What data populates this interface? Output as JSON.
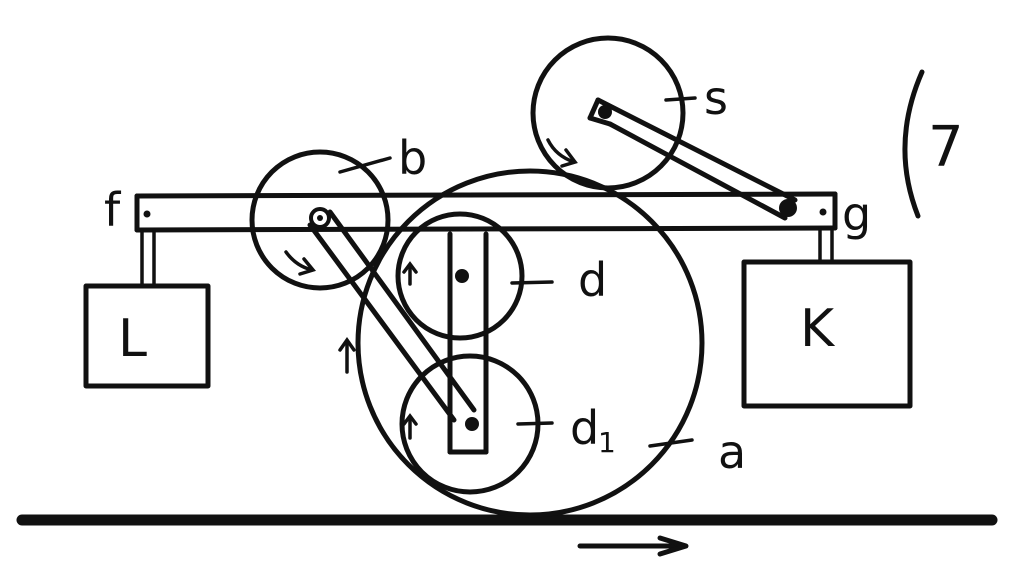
{
  "figure_number": "7",
  "labels": {
    "f": "f",
    "g": "g",
    "b": "b",
    "s": "s",
    "d": "d",
    "d1": "d",
    "d1_subscript": "1",
    "a": "a",
    "L": "L",
    "K": "K"
  }
}
